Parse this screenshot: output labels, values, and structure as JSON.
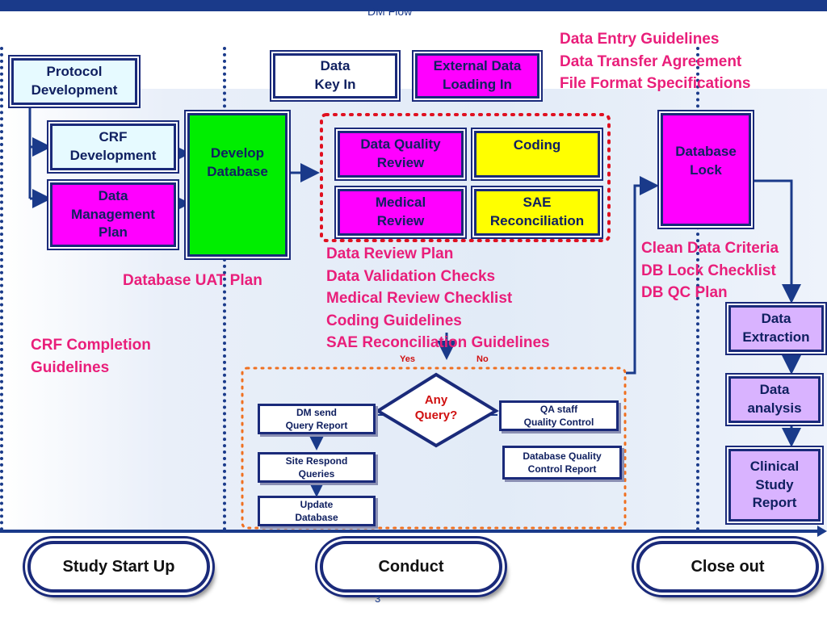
{
  "title": "DM Flow",
  "page_number": "3",
  "colors": {
    "navy": "#1a2a7a",
    "magenta": "#ff00ff",
    "green": "#00ee00",
    "yellow": "#ffff00",
    "light_cyan": "#e6faff",
    "lavender": "#d9b3ff",
    "pink_text": "#e91e7a",
    "red_dots": "#e01020",
    "orange_dots": "#f07020"
  },
  "boxes": {
    "protocol": "Protocol\nDevelopment",
    "crf_dev": "CRF\nDevelopment",
    "dmp": "Data\nManagement\nPlan",
    "develop_db": "Develop\nDatabase",
    "data_key_in": "Data\nKey In",
    "external": "External Data\nLoading In",
    "dqr": "Data Quality\nReview",
    "coding": "Coding",
    "medical": "Medical\nReview",
    "sae": "SAE\nReconciliation",
    "db_lock": "Database\nLock",
    "extraction": "Data\nExtraction",
    "analysis": "Data\nanalysis",
    "csr": "Clinical\nStudy\nReport"
  },
  "notes": {
    "top_right": "Data Entry Guidelines\nData Transfer Agreement\nFile Format Specifications",
    "uat": "Database UAT Plan",
    "crf_guidelines": "CRF Completion\nGuidelines",
    "review": "Data Review Plan\nData Validation Checks\nMedical Review Checklist\nCoding Guidelines\nSAE Reconciliation Guidelines",
    "lock": "Clean Data Criteria\nDB Lock Checklist\nDB QC Plan"
  },
  "query": {
    "decision": "Any\nQuery?",
    "yes": "Yes",
    "no": "No",
    "dm_send": "DM send\nQuery  Report",
    "site_respond": "Site Respond\nQueries",
    "update_db": "Update\nDatabase",
    "qa_staff": "QA staff\nQuality Control",
    "dbqc_report": "Database Quality\nControl Report"
  },
  "phases": [
    "Study Start Up",
    "Conduct",
    "Close out"
  ]
}
